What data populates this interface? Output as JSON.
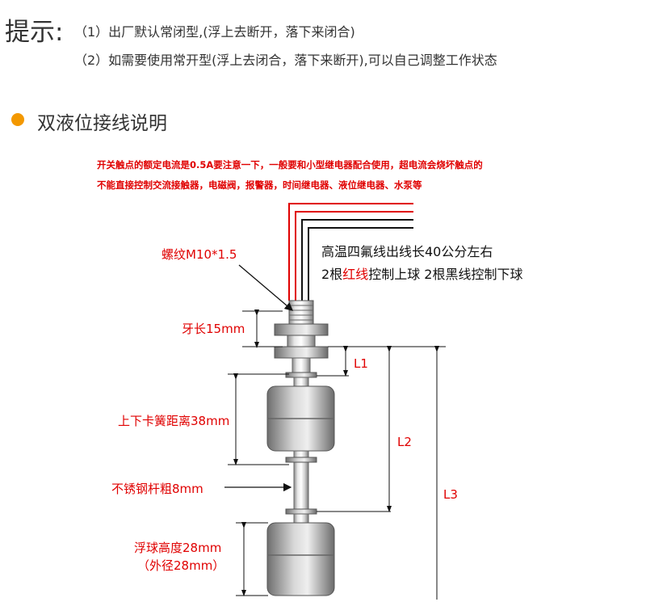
{
  "tips": {
    "title": "提示:",
    "line1": "（1）出厂默认常闭型,(浮上去断开，落下来闭合)",
    "line2": "（2）如需要使用常开型(浮上去闭合，落下来断开),可以自己调整工作状态"
  },
  "section": {
    "title": "双液位接线说明"
  },
  "warning": {
    "line1": "开关触点的额定电流是0.5A要注意一下，一般要和小型继电器配合使用，超电流会烧坏触点的",
    "line2": "不能直接控制交流接触器，电磁阀，报警器，时间继电器、液位继电器、水泵等"
  },
  "wires": {
    "line1": "高温四氟线出线长40公分左右",
    "line2_prefix": "2根",
    "line2_red": "红线",
    "line2_suffix": "控制上球 2根黑线控制下球"
  },
  "labels": {
    "thread": "螺纹M10*1.5",
    "tooth_length": "牙长15mm",
    "clip_distance": "上下卡簧距离38mm",
    "rod": "不锈钢杆粗8mm",
    "ball_height": "浮球高度28mm",
    "outer_diameter": "（外径28mm）"
  },
  "dimensions": {
    "l1": "L1",
    "l2": "L2",
    "l3": "L3"
  },
  "colors": {
    "accent_orange": "#f39800",
    "warning_red": "#e00000",
    "wire_red": "#e00000",
    "wire_black": "#111111"
  }
}
